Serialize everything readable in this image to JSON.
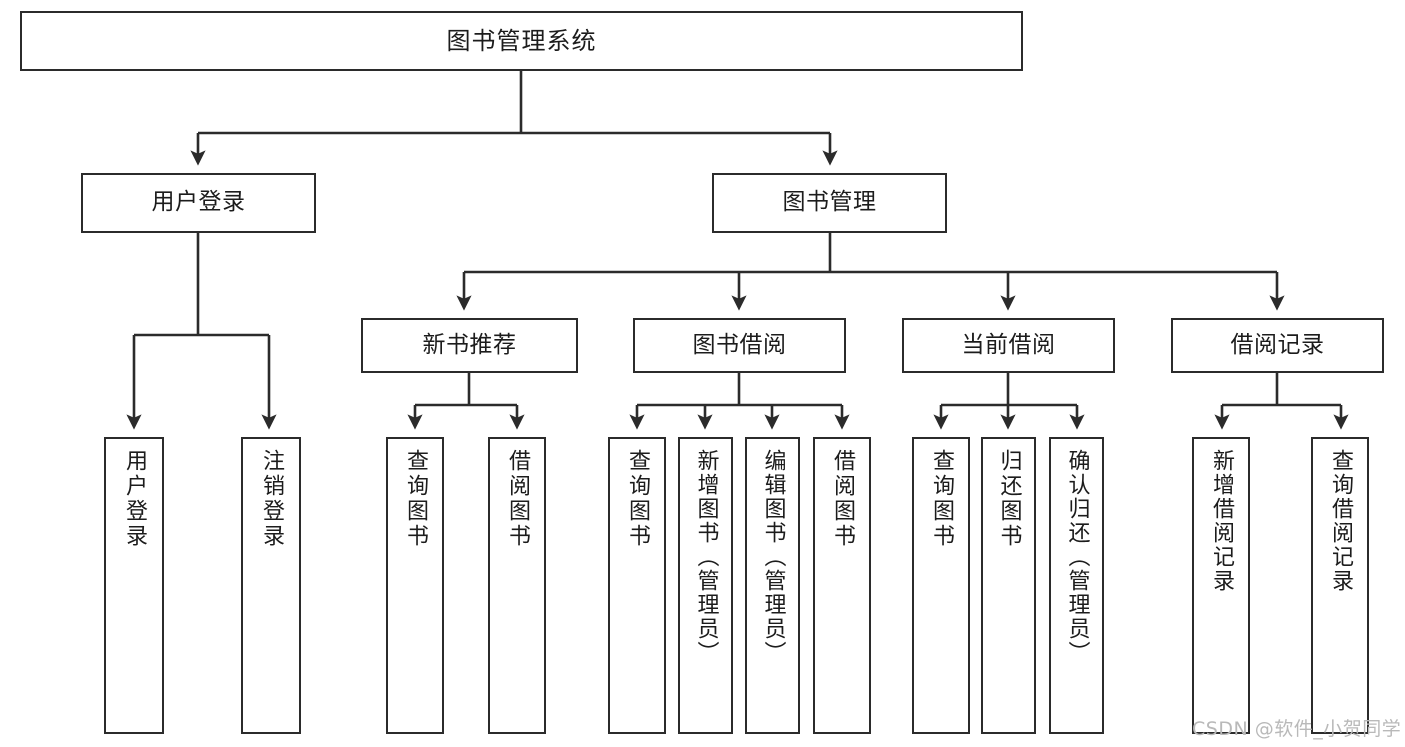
{
  "diagram": {
    "title": "图书管理系统",
    "type": "hierarchy-tree",
    "stroke_color": "#2b2b2b",
    "text_color": "#1c1c1c",
    "background_color": "#ffffff"
  },
  "nodes": {
    "root": {
      "label": "图书管理系统"
    },
    "level2": [
      {
        "label": "用户登录"
      },
      {
        "label": "图书管理"
      }
    ],
    "level3": [
      {
        "label": "新书推荐"
      },
      {
        "label": "图书借阅"
      },
      {
        "label": "当前借阅"
      },
      {
        "label": "借阅记录"
      }
    ],
    "leaves": {
      "user_login": [
        {
          "label": "用户登录"
        },
        {
          "label": "注销登录"
        }
      ],
      "new_book_recommend": [
        {
          "label": "查询图书"
        },
        {
          "label": "借阅图书"
        }
      ],
      "book_borrow": [
        {
          "label": "查询图书"
        },
        {
          "label": "新增图书（管理员）"
        },
        {
          "label": "编辑图书（管理员）"
        },
        {
          "label": "借阅图书"
        }
      ],
      "current_borrow": [
        {
          "label": "查询图书"
        },
        {
          "label": "归还图书"
        },
        {
          "label": "确认归还（管理员）"
        }
      ],
      "borrow_records": [
        {
          "label": "新增借阅记录"
        },
        {
          "label": "查询借阅记录"
        }
      ]
    }
  },
  "watermark": {
    "text": "CSDN @软件_小贺同学"
  }
}
